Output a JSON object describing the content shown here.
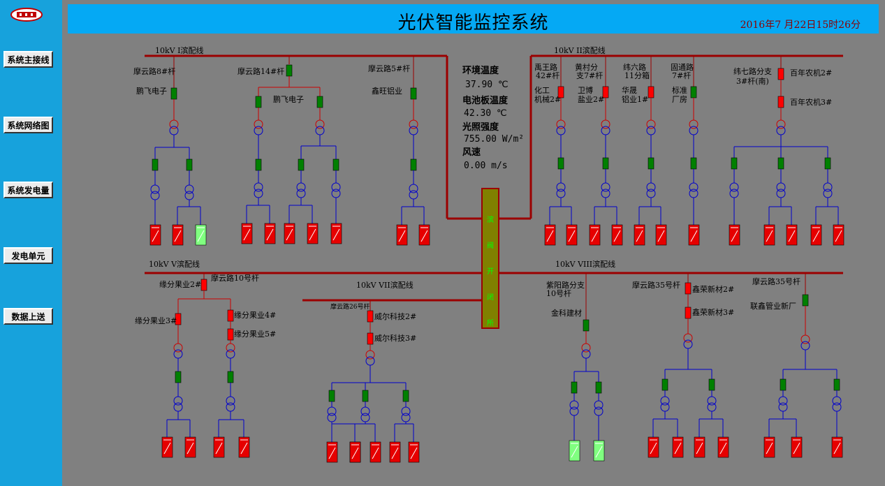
{
  "sidebar": {
    "logo": "company-logo",
    "buttons": [
      "系统主接线",
      "系统网络图",
      "系统发电量",
      "发电单元",
      "数据上送"
    ]
  },
  "header": {
    "title": "光伏智能监控系统",
    "datetime": "2016年7 月22日15时26分"
  },
  "environment": {
    "temp_label": "环境温度",
    "temp_value": "37.90 ℃",
    "panel_label": "电池板温度",
    "panel_value": "42.30 ℃",
    "light_label": "光照强度",
    "light_value": "755.00 W/m²",
    "wind_label": "风速",
    "wind_value": "0.00  m/s"
  },
  "colors": {
    "bus": "#9b0000",
    "breaker_on": "#008000",
    "breaker_alarm": "#ff0000",
    "inverter_on": "#e60000",
    "inverter_ok": "#80ff80",
    "wire": "#0000cc"
  },
  "diagram": {
    "feeders": {
      "I": "10kV  I滨配线",
      "II": "10kV  II滨配线",
      "V": "10kV  V滨配线",
      "VII": "10kV  VII滨配线",
      "VIII": "10kV  VIII滨配线"
    },
    "switch_station": "滨 阀 开 闭 所",
    "labels": {
      "I_p1": "摩云路8#杆",
      "I_p2": "摩云路14#杆",
      "I_p3": "摩云路5#杆",
      "I_c1": "鹏飞电子",
      "I_c2": "鹏飞电子",
      "I_c3": "鑫旺铝业",
      "II_p1a": "禹王路",
      "II_p1b": "42#杆",
      "II_p2a": "黄村分",
      "II_p2b": "支7#杆",
      "II_p3a": "纬六路",
      "II_p3b": "11分箱",
      "II_p4a": "固通路",
      "II_p4b": "7#杆",
      "II_p5a": "纬七路分支",
      "II_p5b": "3#杆(南)",
      "II_c1a": "化工",
      "II_c1b": "机械2#",
      "II_c2a": "卫博",
      "II_c2b": "盐业2#",
      "II_c3a": "华晟",
      "II_c3b": "铝业1#",
      "II_c4a": "标准",
      "II_c4b": "厂房",
      "II_c5": "百年农机2#",
      "II_c6": "百年农机3#",
      "V_p1": "摩云路10号杆",
      "V_c1": "缘分果业2#",
      "V_c2": "缘分果业3#",
      "V_c3": "缘分果业4#",
      "V_c4": "缘分果业5#",
      "VII_p1": "摩云路26号杆",
      "VII_c1": "威尔科技2#",
      "VII_c2": "威尔科技3#",
      "VIII_p1a": "紫阳路分支",
      "VIII_p1b": "10号杆",
      "VIII_c1": "金科建材",
      "VIII_p2": "摩云路35号杆",
      "VIII_c2": "鑫荣新材2#",
      "VIII_c3": "鑫荣新材3#",
      "VIII_p3": "摩云路35号杆",
      "VIII_c4": "联鑫管业新厂"
    }
  }
}
